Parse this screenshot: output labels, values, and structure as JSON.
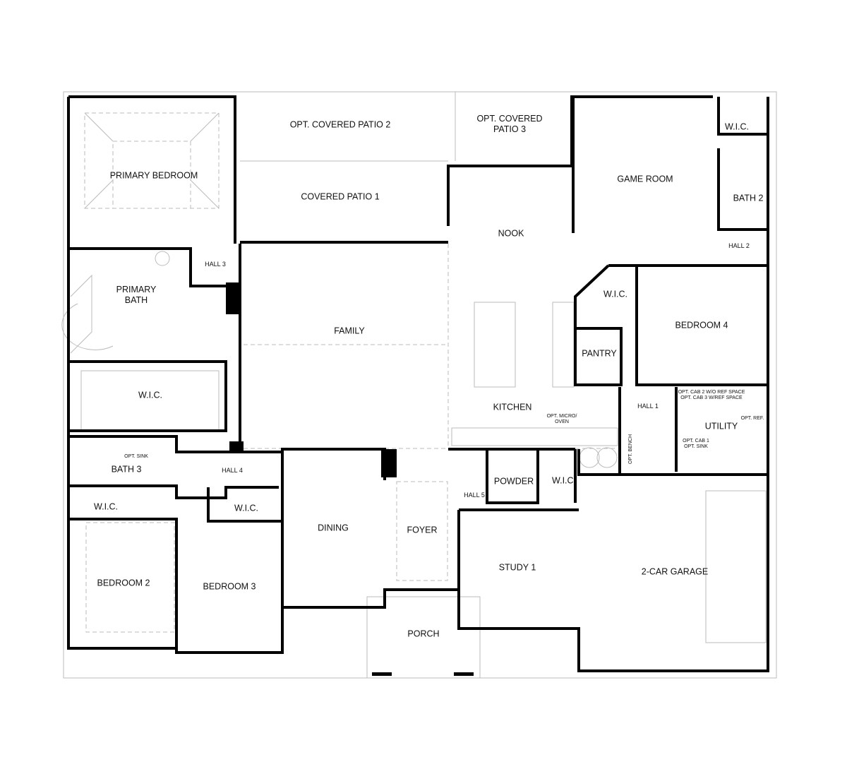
{
  "rooms": {
    "opt_covered_patio_2": "OPT. COVERED PATIO 2",
    "opt_covered_patio_3": "OPT. COVERED\nPATIO 3",
    "covered_patio_1": "COVERED PATIO 1",
    "primary_bedroom": "PRIMARY BEDROOM",
    "game_room": "GAME ROOM",
    "wic_game": "W.I.C.",
    "bath_2": "BATH 2",
    "hall_2": "HALL 2",
    "nook": "NOOK",
    "hall_3": "HALL 3",
    "primary_bath": "PRIMARY\nBATH",
    "family": "FAMILY",
    "wic_bed4": "W.I.C.",
    "bedroom_4": "BEDROOM 4",
    "pantry": "PANTRY",
    "wic_primary": "W.I.C.",
    "kitchen": "KITCHEN",
    "opt_micro_oven": "OPT. MICRO/\nOVEN",
    "hall_1": "HALL 1",
    "opt_cab_2_3": "OPT. CAB 2 W/O REF SPACE\nOPT. CAB 3 W/REF SPACE",
    "utility": "UTILITY",
    "opt_ref": "OPT. REF.",
    "opt_cab_1": "OPT. CAB 1\nOPT. SINK",
    "opt_bench": "OPT. BENCH",
    "opt_sink": "OPT. SINK",
    "bath_3": "BATH 3",
    "hall_4": "HALL 4",
    "powder": "POWDER",
    "wic_study": "W.I.C.",
    "hall_5": "HALL 5",
    "wic_bed2": "W.I.C.",
    "wic_bed3": "W.I.C.",
    "dining": "DINING",
    "foyer": "FOYER",
    "study_1": "STUDY 1",
    "garage": "2-CAR GARAGE",
    "bedroom_2": "BEDROOM 2",
    "bedroom_3": "BEDROOM 3",
    "porch": "PORCH"
  }
}
